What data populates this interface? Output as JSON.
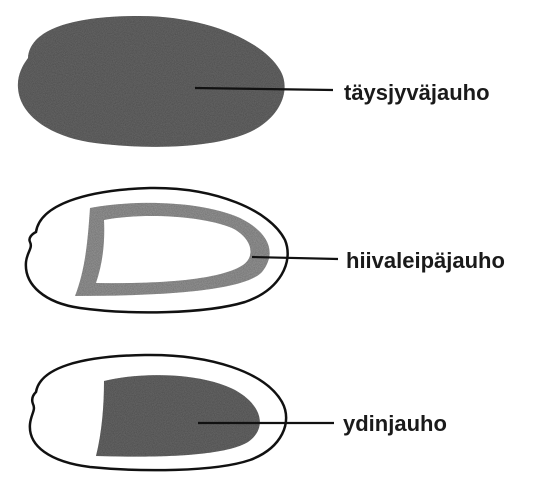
{
  "diagram": {
    "kernels": [
      {
        "label": "täysjyväjauho"
      },
      {
        "label": "hiivaleipäjauho"
      },
      {
        "label": "ydinjauho"
      }
    ],
    "colors": {
      "outline": "#111111",
      "fill_dark": "#6b6b6b",
      "fill_light": "#9a9a9a",
      "background": "#ffffff"
    }
  }
}
